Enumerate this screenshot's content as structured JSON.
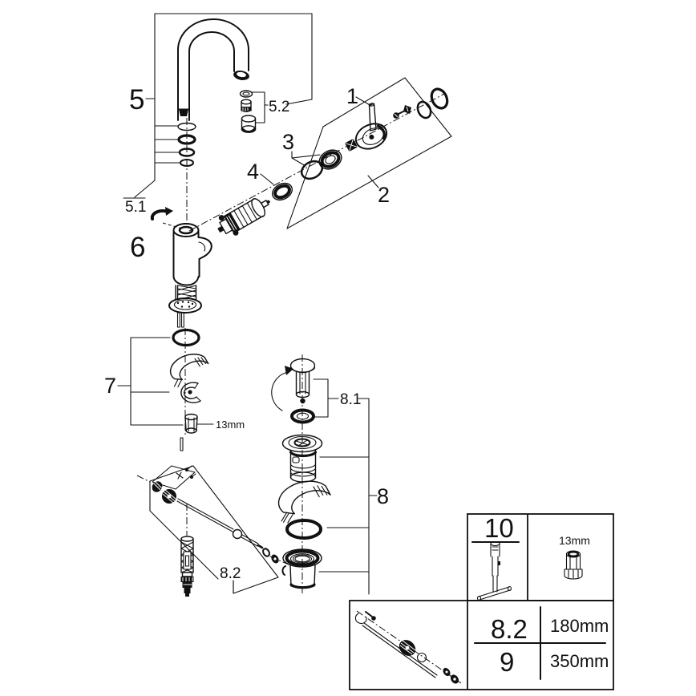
{
  "colors": {
    "line": "#111111",
    "background": "#ffffff"
  },
  "callouts": {
    "c1": "1",
    "c2": "2",
    "c3": "3",
    "c4": "4",
    "c5": "5",
    "c5_1": "5.1",
    "c5_2": "5.2",
    "c6": "6",
    "c7": "7",
    "c8": "8",
    "c8_1": "8.1",
    "c8_2": "8.2",
    "wrench_size": "13mm"
  },
  "legend": {
    "tool_ref": "10",
    "socket_size": "13mm",
    "lengths": [
      {
        "ref": "8.2",
        "value": "180mm"
      },
      {
        "ref": "9",
        "value": "350mm"
      }
    ]
  }
}
